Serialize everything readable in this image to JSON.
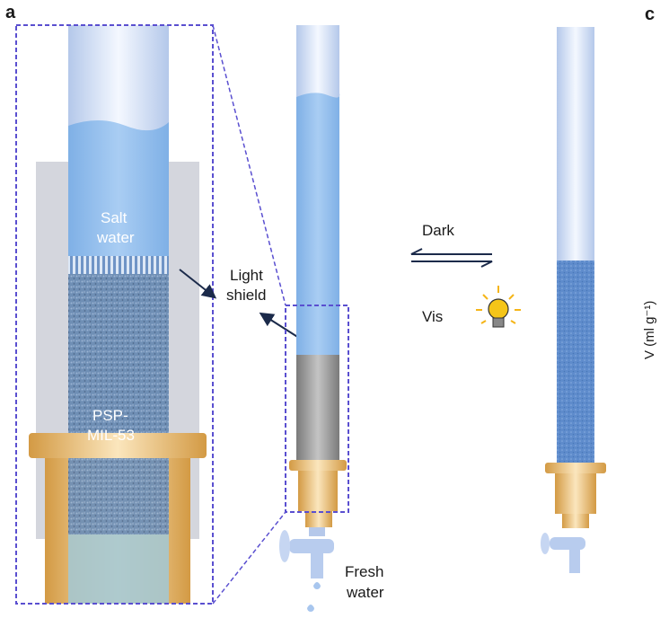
{
  "panels": {
    "a": "a",
    "c": "c"
  },
  "labels": {
    "salt_water_1": "Salt",
    "salt_water_2": "water",
    "light_shield_1": "Light",
    "light_shield_2": "shield",
    "psp_1": "PSP-",
    "psp_2": "MIL-53",
    "dark": "Dark",
    "vis": "Vis",
    "fresh_water_1": "Fresh",
    "fresh_water_2": "water",
    "y_axis": "V (ml g⁻¹)"
  },
  "colors": {
    "water": "#8ab8ea",
    "tube": "#c8d8f0",
    "shield": "#8e8e8e",
    "brass": "#e2b870",
    "dashed": "#5a4fd0",
    "arrow": "#1b2a4a",
    "bulb": "#f5c518"
  }
}
